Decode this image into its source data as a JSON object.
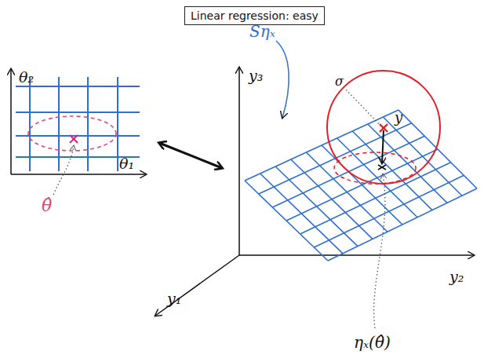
{
  "diagram": {
    "title": "Linear regression: easy",
    "labels": [
      "θ₂",
      "θ₁",
      "θ̂",
      "Sηₓ",
      "y₃",
      "σ",
      "y",
      "y₂",
      "y₁",
      "ηₓ(θ̂)"
    ]
  }
}
